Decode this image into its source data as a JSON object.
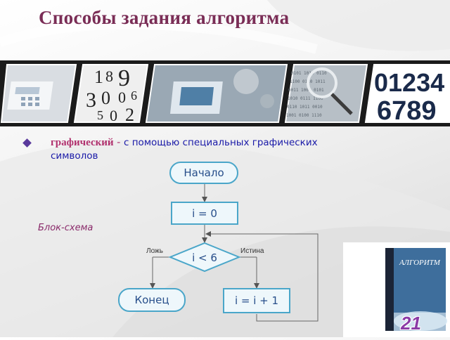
{
  "slide": {
    "title": "Способы задания алгоритма",
    "bullet": {
      "term": "графический",
      "separator": " - ",
      "text": "с помощью специальных графических символов"
    },
    "caption": "Блок-схема",
    "page_number": "21"
  },
  "flowchart": {
    "start": "Начало",
    "init": "i = 0",
    "condition": "i < 6",
    "false_label": "Ложь",
    "true_label": "Истина",
    "end": "Конец",
    "increment": "i = i + 1"
  },
  "book_cover": {
    "title": "АЛГОРИТМ"
  },
  "digits_panel": {
    "row1": "01234",
    "row2": "6789"
  },
  "colors": {
    "title": "#7a2d56",
    "term": "#b0306d",
    "body_text": "#1a1aa8",
    "flow_border": "#4aa6c9",
    "flow_text": "#274e8a",
    "page_number": "#8b3aa6"
  }
}
